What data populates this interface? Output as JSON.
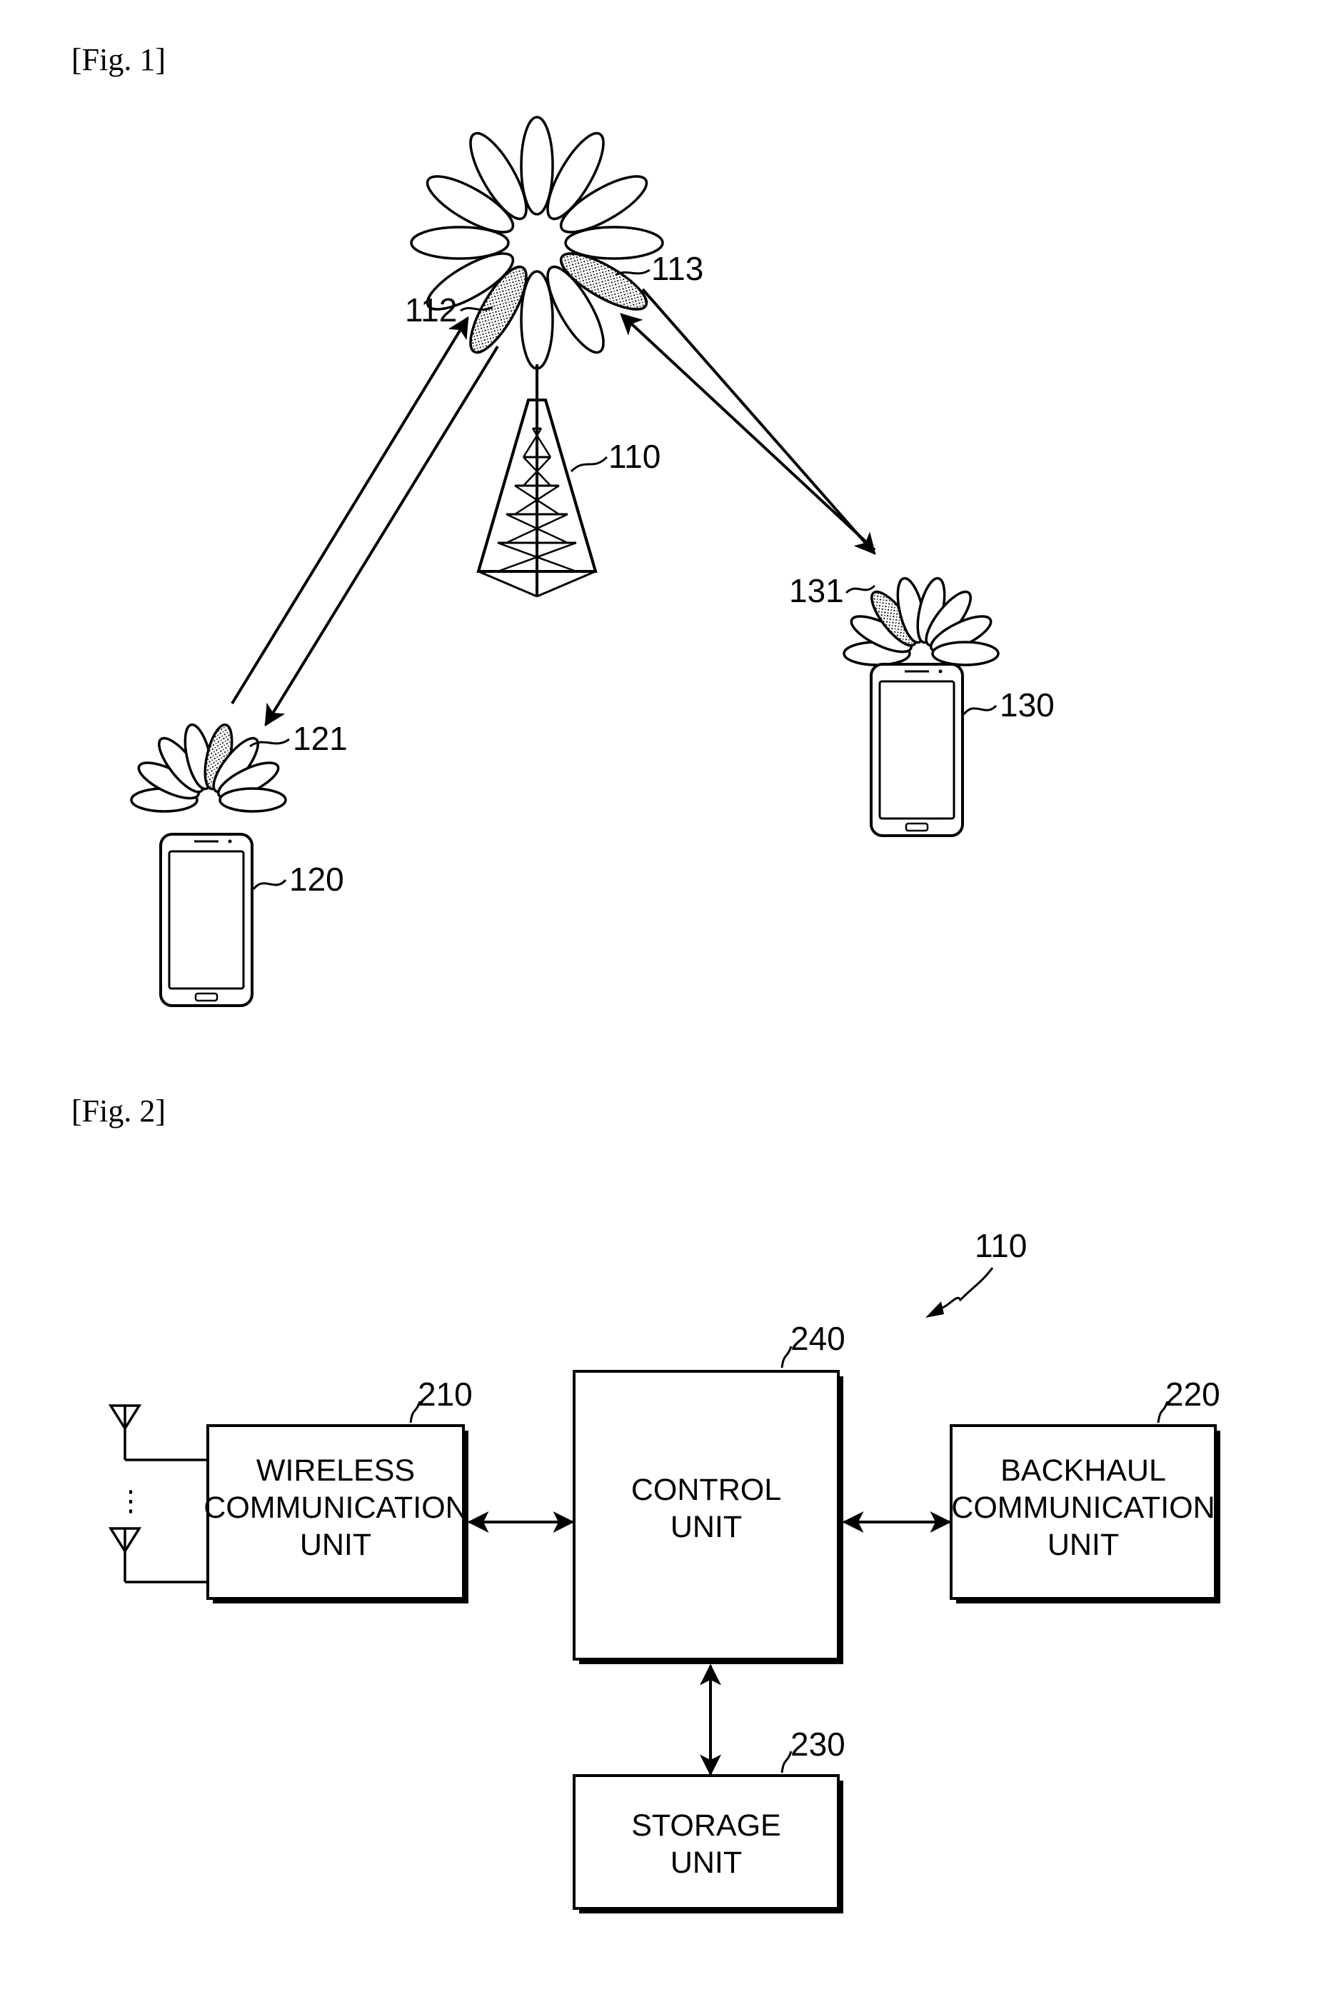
{
  "fig1": {
    "caption": "[Fig. 1]",
    "refs": {
      "base_station": "110",
      "beam_112": "112",
      "beam_113": "113",
      "terminal_120": "120",
      "beam_121": "121",
      "terminal_130": "130",
      "beam_131": "131"
    }
  },
  "fig2": {
    "caption": "[Fig. 2]",
    "device_ref": "110",
    "blocks": {
      "wireless": {
        "ref": "210",
        "lines": [
          "WIRELESS",
          "COMMUNICATION",
          "UNIT"
        ]
      },
      "backhaul": {
        "ref": "220",
        "lines": [
          "BACKHAUL",
          "COMMUNICATION",
          "UNIT"
        ]
      },
      "storage": {
        "ref": "230",
        "lines": [
          "STORAGE",
          "UNIT"
        ]
      },
      "control": {
        "ref": "240",
        "lines": [
          "CONTROL",
          "UNIT"
        ]
      }
    },
    "antenna_ellipsis": "⋮"
  }
}
